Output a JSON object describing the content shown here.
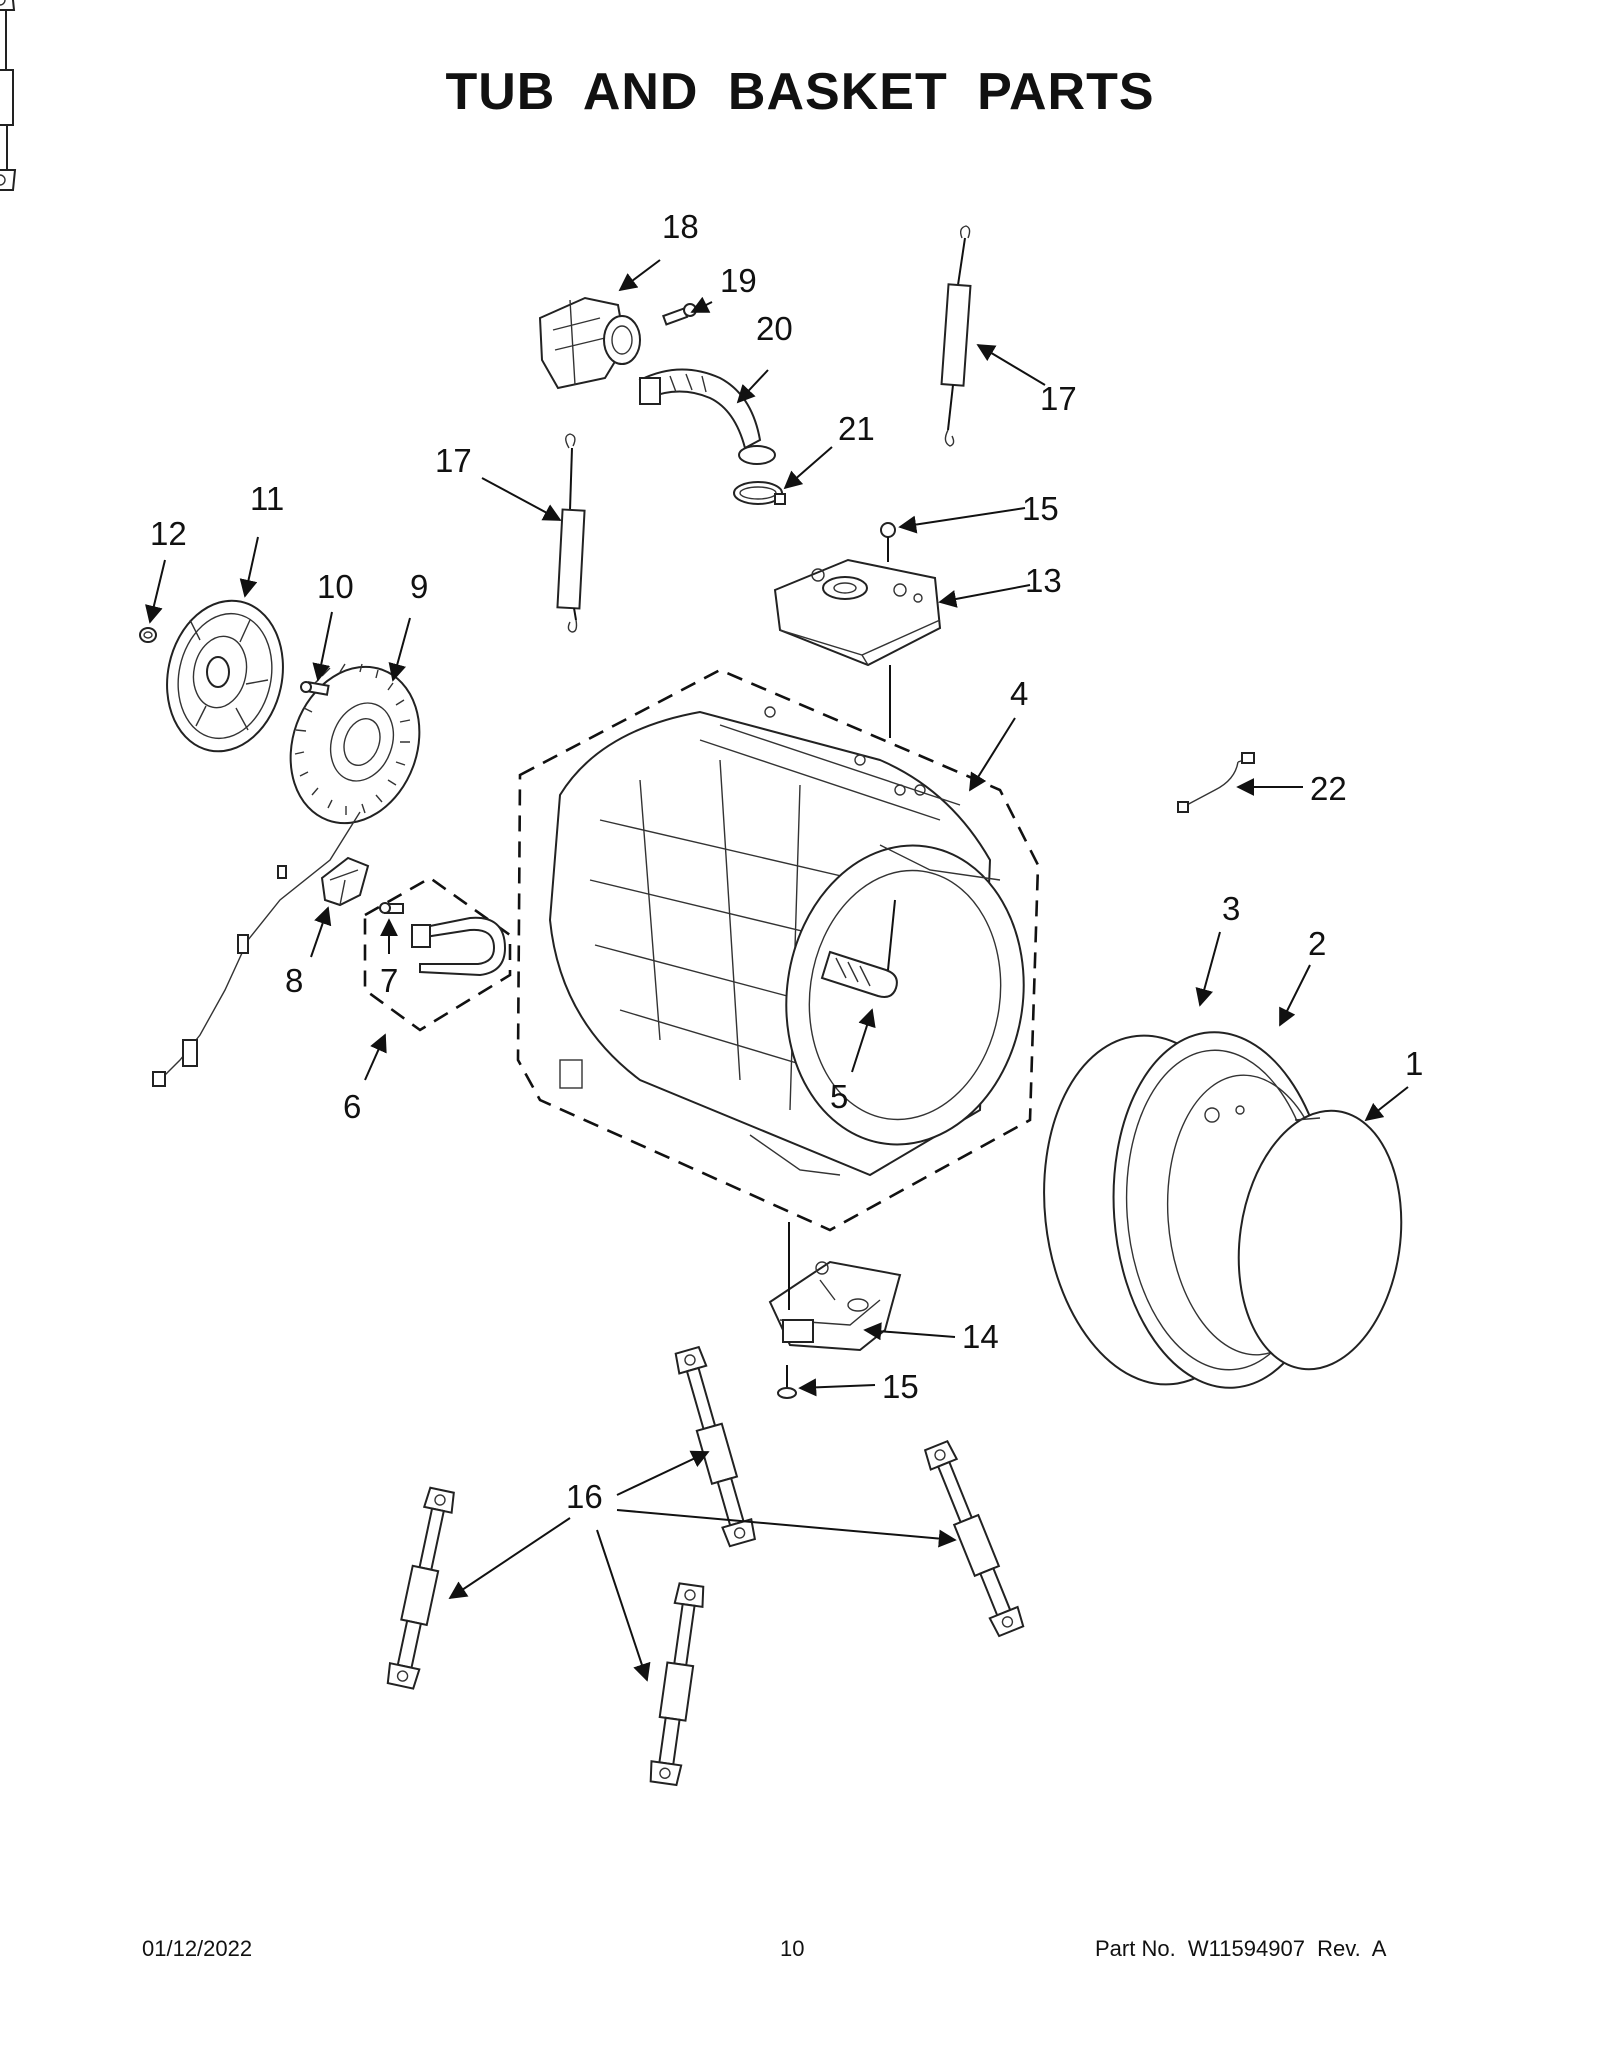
{
  "title": "TUB AND BASKET PARTS",
  "callouts": {
    "c1": "1",
    "c2": "2",
    "c3": "3",
    "c4": "4",
    "c5": "5",
    "c6": "6",
    "c7": "7",
    "c8": "8",
    "c9": "9",
    "c10": "10",
    "c11": "11",
    "c12": "12",
    "c13": "13",
    "c14": "14",
    "c15a": "15",
    "c15b": "15",
    "c16": "16",
    "c17a": "17",
    "c17b": "17",
    "c18": "18",
    "c19": "19",
    "c20": "20",
    "c21": "21",
    "c22": "22"
  },
  "footer": {
    "date": "01/12/2022",
    "page": "10",
    "part_no": "Part No.  W11594907  Rev.  A"
  }
}
